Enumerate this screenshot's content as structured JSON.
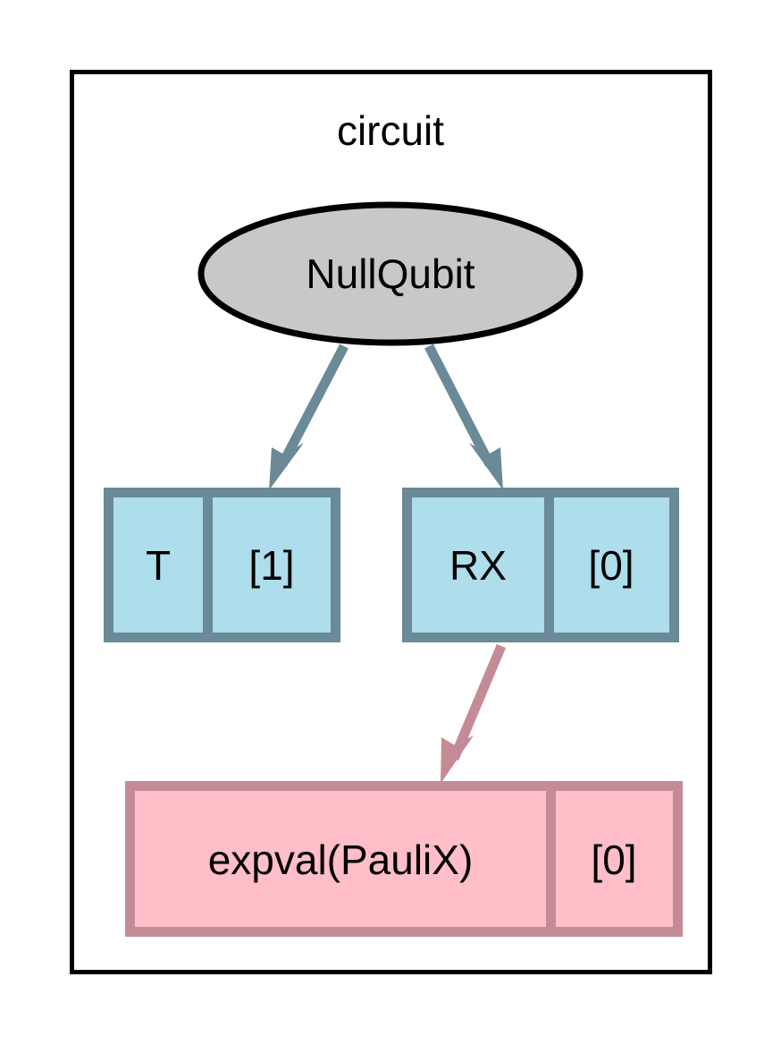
{
  "diagram": {
    "type": "quantum-circuit-dag",
    "background": "#ffffff",
    "cluster": {
      "name": "circuit-cluster",
      "title": "circuit",
      "border_color": "#000000",
      "fill": "#ffffff"
    },
    "colors": {
      "device_fill": "#c8c8c8",
      "device_stroke": "#000000",
      "gate_border": "#698a96",
      "gate_fill": "#aeddeb",
      "measurement_border": "#c48b96",
      "measurement_fill": "#ffbec8",
      "edge_gate": "#698a96",
      "edge_measurement": "#c48b96",
      "text": "#000000"
    },
    "nodes": [
      {
        "id": "device",
        "shape": "ellipse",
        "label": "NullQubit",
        "fill": "#c8c8c8",
        "stroke": "#000000"
      },
      {
        "id": "gate-t",
        "shape": "record",
        "cells": [
          "T",
          "[1]"
        ],
        "fill": "#aeddeb",
        "border": "#698a96"
      },
      {
        "id": "gate-rx",
        "shape": "record",
        "cells": [
          "RX",
          "[0]"
        ],
        "fill": "#aeddeb",
        "border": "#698a96"
      },
      {
        "id": "measurement-expval",
        "shape": "record",
        "cells": [
          "expval(PauliX)",
          "[0]"
        ],
        "fill": "#ffbec8",
        "border": "#c48b96"
      }
    ],
    "edges": [
      {
        "id": "edge-device-to-t",
        "from": "device",
        "to": "gate-t",
        "color": "#698a96"
      },
      {
        "id": "edge-device-to-rx",
        "from": "device",
        "to": "gate-rx",
        "color": "#698a96"
      },
      {
        "id": "edge-rx-to-expval",
        "from": "gate-rx",
        "to": "measurement-expval",
        "color": "#c48b96"
      }
    ]
  }
}
